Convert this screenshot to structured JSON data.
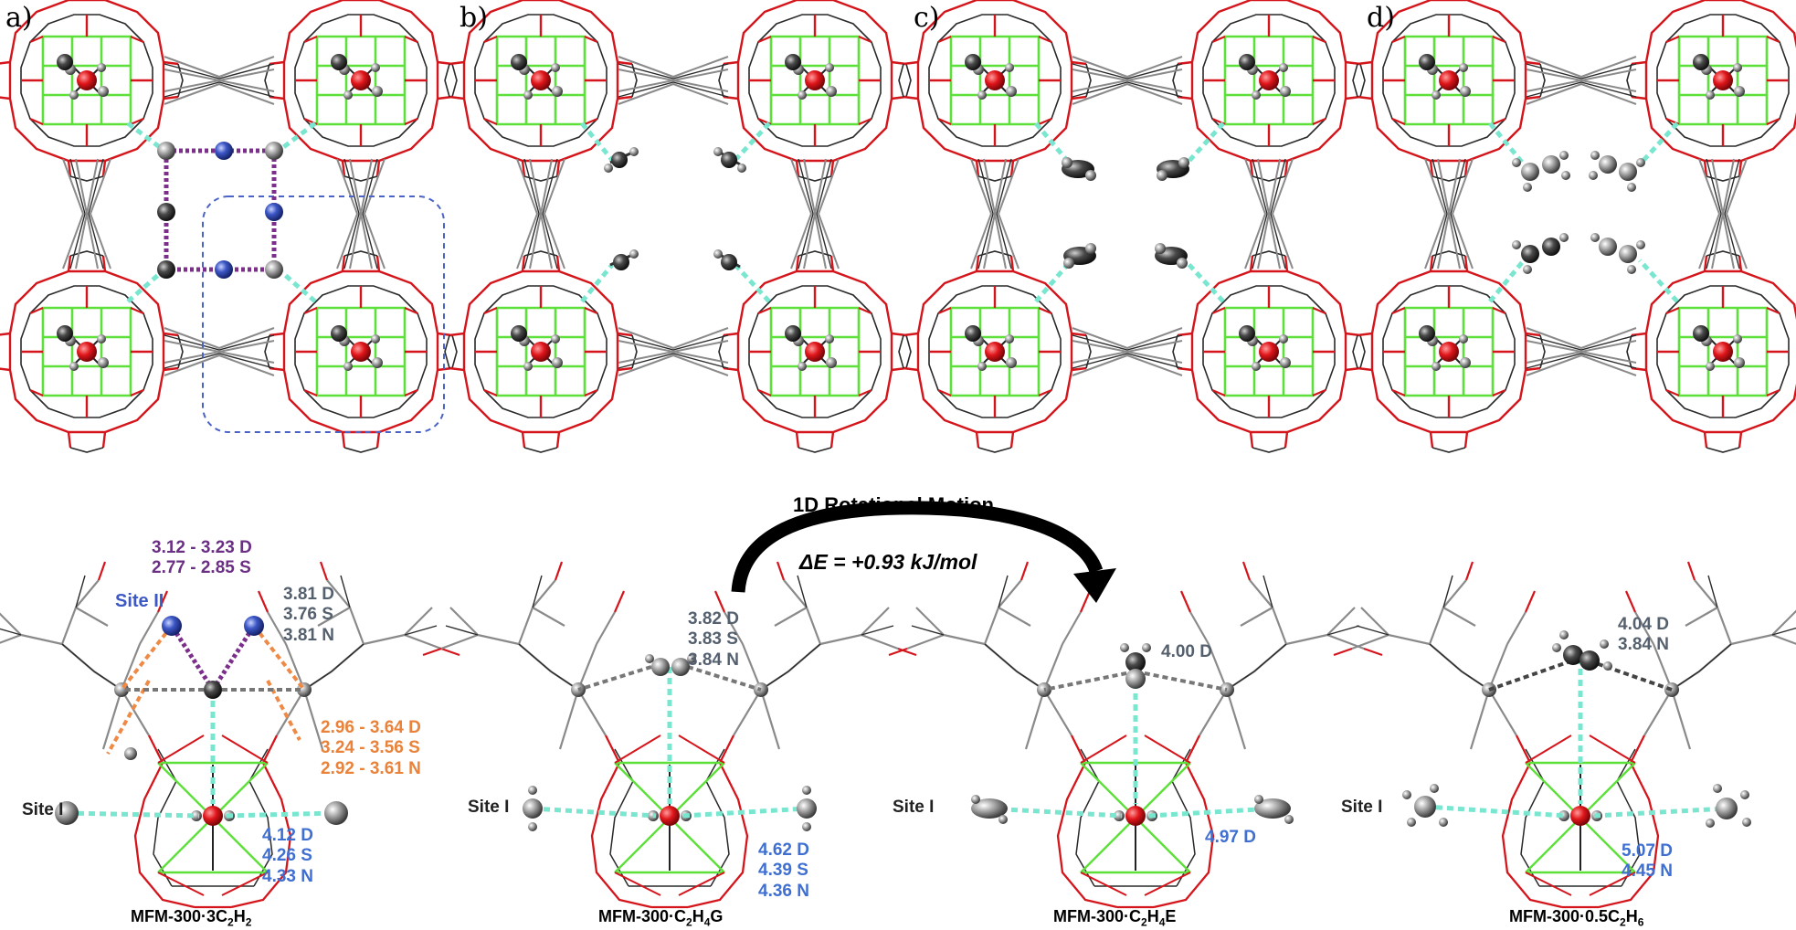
{
  "colors": {
    "framework_red": "#d4151b",
    "framework_green": "#5ee03a",
    "framework_gray": "#9a9a9a",
    "framework_dark": "#2a2a2a",
    "hbond_cyan": "#79e6cf",
    "interaction_purple": "#7b2f8b",
    "interaction_orange": "#ef8a46",
    "site2_blue": "#3c57c6",
    "dist_purple": "#6b2f86",
    "dist_gray": "#55606e",
    "dist_orange": "#e9823a",
    "dist_blue": "#3f6fd1",
    "atom_gray": "#8f8f8f",
    "box_dashed": "#4a63c4"
  },
  "panels": [
    {
      "letter": "a)"
    },
    {
      "letter": "b)"
    },
    {
      "letter": "c)"
    },
    {
      "letter": "d)"
    }
  ],
  "rotation": {
    "title": "1D Rotational Motion",
    "energy": "ΔE = +0.93 kJ/mol"
  },
  "details": [
    {
      "caption_main": "MFM-300·3C",
      "caption_parts": [
        [
          "MFM-300·3C",
          ""
        ],
        [
          "2",
          true
        ],
        [
          "H",
          ""
        ],
        [
          "2",
          true
        ]
      ],
      "site_label": "Site I",
      "site2_label": "Site II",
      "purple": [
        "3.12 - 3.23 D",
        "2.77 - 2.85 S"
      ],
      "gray": [
        "3.81 D",
        "3.76 S",
        "3.81 N"
      ],
      "orange": [
        "2.96 - 3.64 D",
        "3.24 - 3.56 S",
        "2.92 - 3.61 N"
      ],
      "blue": [
        "4.12 D",
        "4.26 S",
        "4.33 N"
      ]
    },
    {
      "caption_parts": [
        [
          "MFM-300·C",
          ""
        ],
        [
          "2",
          true
        ],
        [
          "H",
          ""
        ],
        [
          "4",
          true
        ],
        [
          "G",
          ""
        ]
      ],
      "site_label": "Site I",
      "gray": [
        "3.82 D",
        "3.83 S",
        "3.84 N"
      ],
      "blue": [
        "4.62 D",
        "4.39 S",
        "4.36 N"
      ]
    },
    {
      "caption_parts": [
        [
          "MFM-300·C",
          ""
        ],
        [
          "2",
          true
        ],
        [
          "H",
          ""
        ],
        [
          "4",
          true
        ],
        [
          "E",
          ""
        ]
      ],
      "site_label": "Site I",
      "gray": [
        "4.00 D"
      ],
      "blue": [
        "4.97 D"
      ]
    },
    {
      "caption_parts": [
        [
          "MFM-300·0.5C",
          ""
        ],
        [
          "2",
          true
        ],
        [
          "H",
          ""
        ],
        [
          "6",
          true
        ]
      ],
      "site_label": "Site I",
      "gray": [
        "4.04 D",
        "3.84 N"
      ],
      "blue": [
        "5.07 D",
        "4.45 N"
      ]
    }
  ]
}
